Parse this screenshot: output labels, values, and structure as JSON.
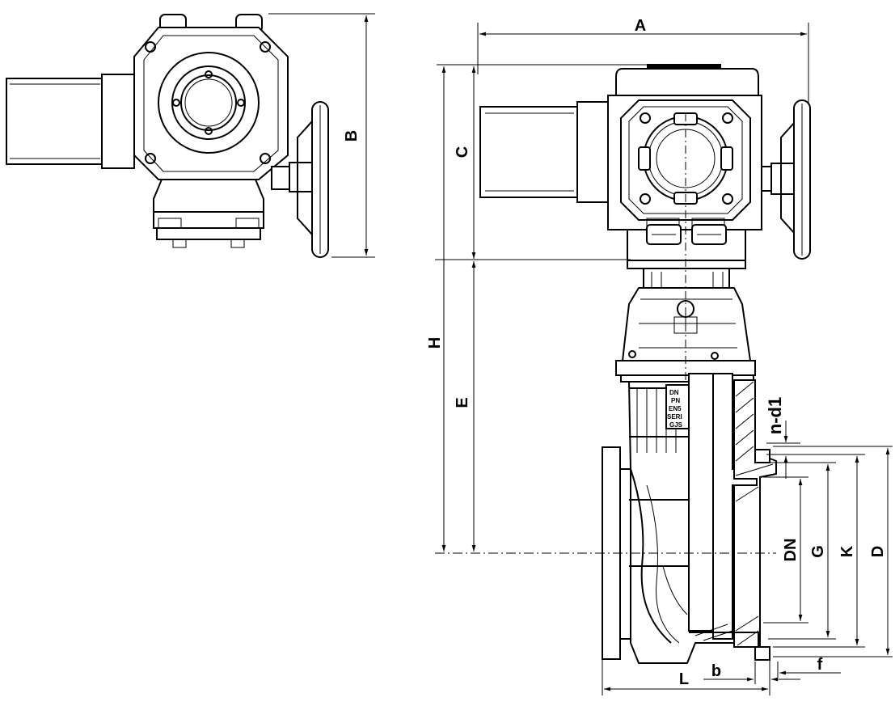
{
  "drawing": {
    "dimension_labels": {
      "A": "A",
      "B": "B",
      "C": "C",
      "H": "H",
      "E": "E",
      "n_d1": "n-d1",
      "DN": "DN",
      "G": "G",
      "K": "K",
      "D": "D",
      "L": "L",
      "b": "b",
      "f": "f"
    },
    "nameplate_lines": [
      "DN",
      "PN",
      "EN5",
      "SERI",
      "GJS"
    ]
  }
}
